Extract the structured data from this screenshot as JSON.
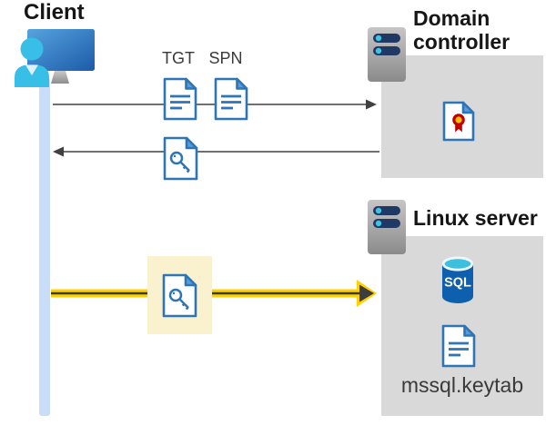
{
  "diagram": {
    "client": {
      "label": "Client"
    },
    "domain_controller": {
      "label": "Domain controller"
    },
    "linux_server": {
      "label": "Linux server"
    },
    "tickets": {
      "tgt_label": "TGT",
      "spn_label": "SPN"
    },
    "keytab_label": "mssql.keytab",
    "sql_icon_text": "SQL"
  },
  "icons": [
    "client-monitor-user-icon",
    "server-icon",
    "document-icon",
    "key-ticket-icon",
    "certificate-icon",
    "sql-database-icon"
  ],
  "colors": {
    "heading_text": "#161616",
    "secondary_text": "#3a3a3a",
    "box_gray": "#d9d9d9",
    "timeline_blue": "#c7ddf8",
    "highlight_cream": "#faf2cf",
    "doc_border_blue": "#2e75b6",
    "doc_fold_blue": "#5b9bd5",
    "arrow_gray": "#404040",
    "arrow_yellow": "#ffd100",
    "arrow_dark_core": "#3d3d3d",
    "server_navy": "#1f3864",
    "accent_cyan": "#38bfe7",
    "sql_body_blue": "#0e5fad",
    "sql_top_teal": "#3cc0dd",
    "cert_red": "#c00000",
    "cert_gold": "#ffc000"
  }
}
